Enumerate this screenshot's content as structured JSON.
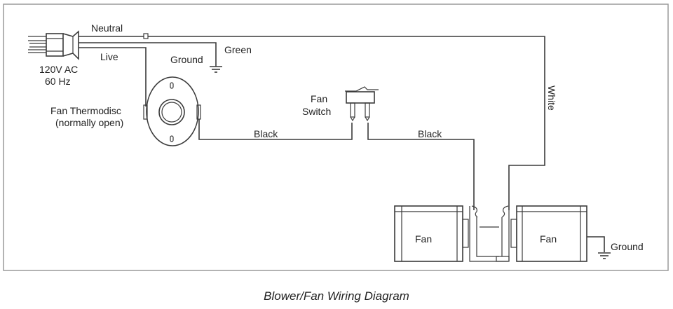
{
  "diagram": {
    "caption": "Blower/Fan Wiring Diagram",
    "plug": {
      "label_line1": "120V AC",
      "label_line2": "60 Hz"
    },
    "wires": {
      "neutral": "Neutral",
      "live": "Live",
      "ground_top": "Ground",
      "green": "Green",
      "white": "White",
      "black_left": "Black",
      "black_right": "Black"
    },
    "thermodisc": {
      "label_line1": "Fan Thermodisc",
      "label_line2": "(normally open)"
    },
    "switch": {
      "label_line1": "Fan",
      "label_line2": "Switch"
    },
    "fans": {
      "left_label": "Fan",
      "right_label": "Fan",
      "ground_label": "Ground"
    }
  }
}
